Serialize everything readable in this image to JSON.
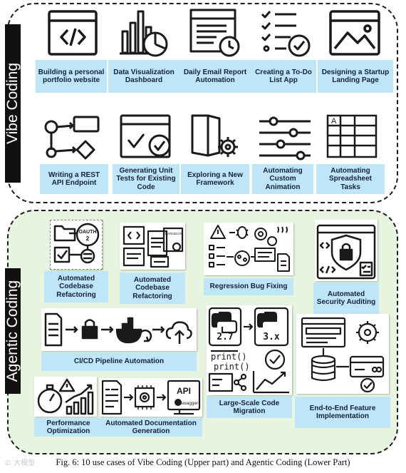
{
  "sections": {
    "vibe": {
      "title": "Vibe Coding"
    },
    "agentic": {
      "title": "Agentic Coding"
    }
  },
  "vibe_items": [
    "Building a personal portfolio website",
    "Data Visualization Dashboard",
    "Daily Email Report Automation",
    "Creating a To-Do List App",
    "Designing a Startup Landing Page",
    "Writing a REST API Endpoint",
    "Generating Unit Tests for Existing Code",
    "Exploring a New Framework",
    "Automating Custom Animation",
    "Automating Spreadsheet Tasks"
  ],
  "agentic_items": {
    "refactor1": "Automated Codebase Refactoring",
    "refactor2": "Automated Codebase Refactoring",
    "regression": "Regression Bug Fixing",
    "security": "Automated Security Auditing",
    "cicd": "CI/CD Pipeline Automation",
    "performance": "Performance Optimization",
    "docs": "Automated Documentation Generation",
    "migration": "Large-Scale Code Migration",
    "e2e": "End-to-End Feature Implementation"
  },
  "icon_text": {
    "oauth": "OAUTH",
    "oauth_num": "2",
    "changelog": "CHANGELOG",
    "py_from": "2.7",
    "py_to": "3.x",
    "print1": "print()",
    "print2": "print()",
    "api": "API",
    "swagger": "swagger",
    "spreadsheet_a": "A"
  },
  "caption": "Fig. 6: 10 use cases of Vibe Coding (Upper part) and Agentic Coding (Lower Part)",
  "watermark": "© 大模型",
  "colors": {
    "label_bg": "#bfe6f7",
    "agentic_bg": "#e6f4e0",
    "ink": "#1a1a1a"
  }
}
